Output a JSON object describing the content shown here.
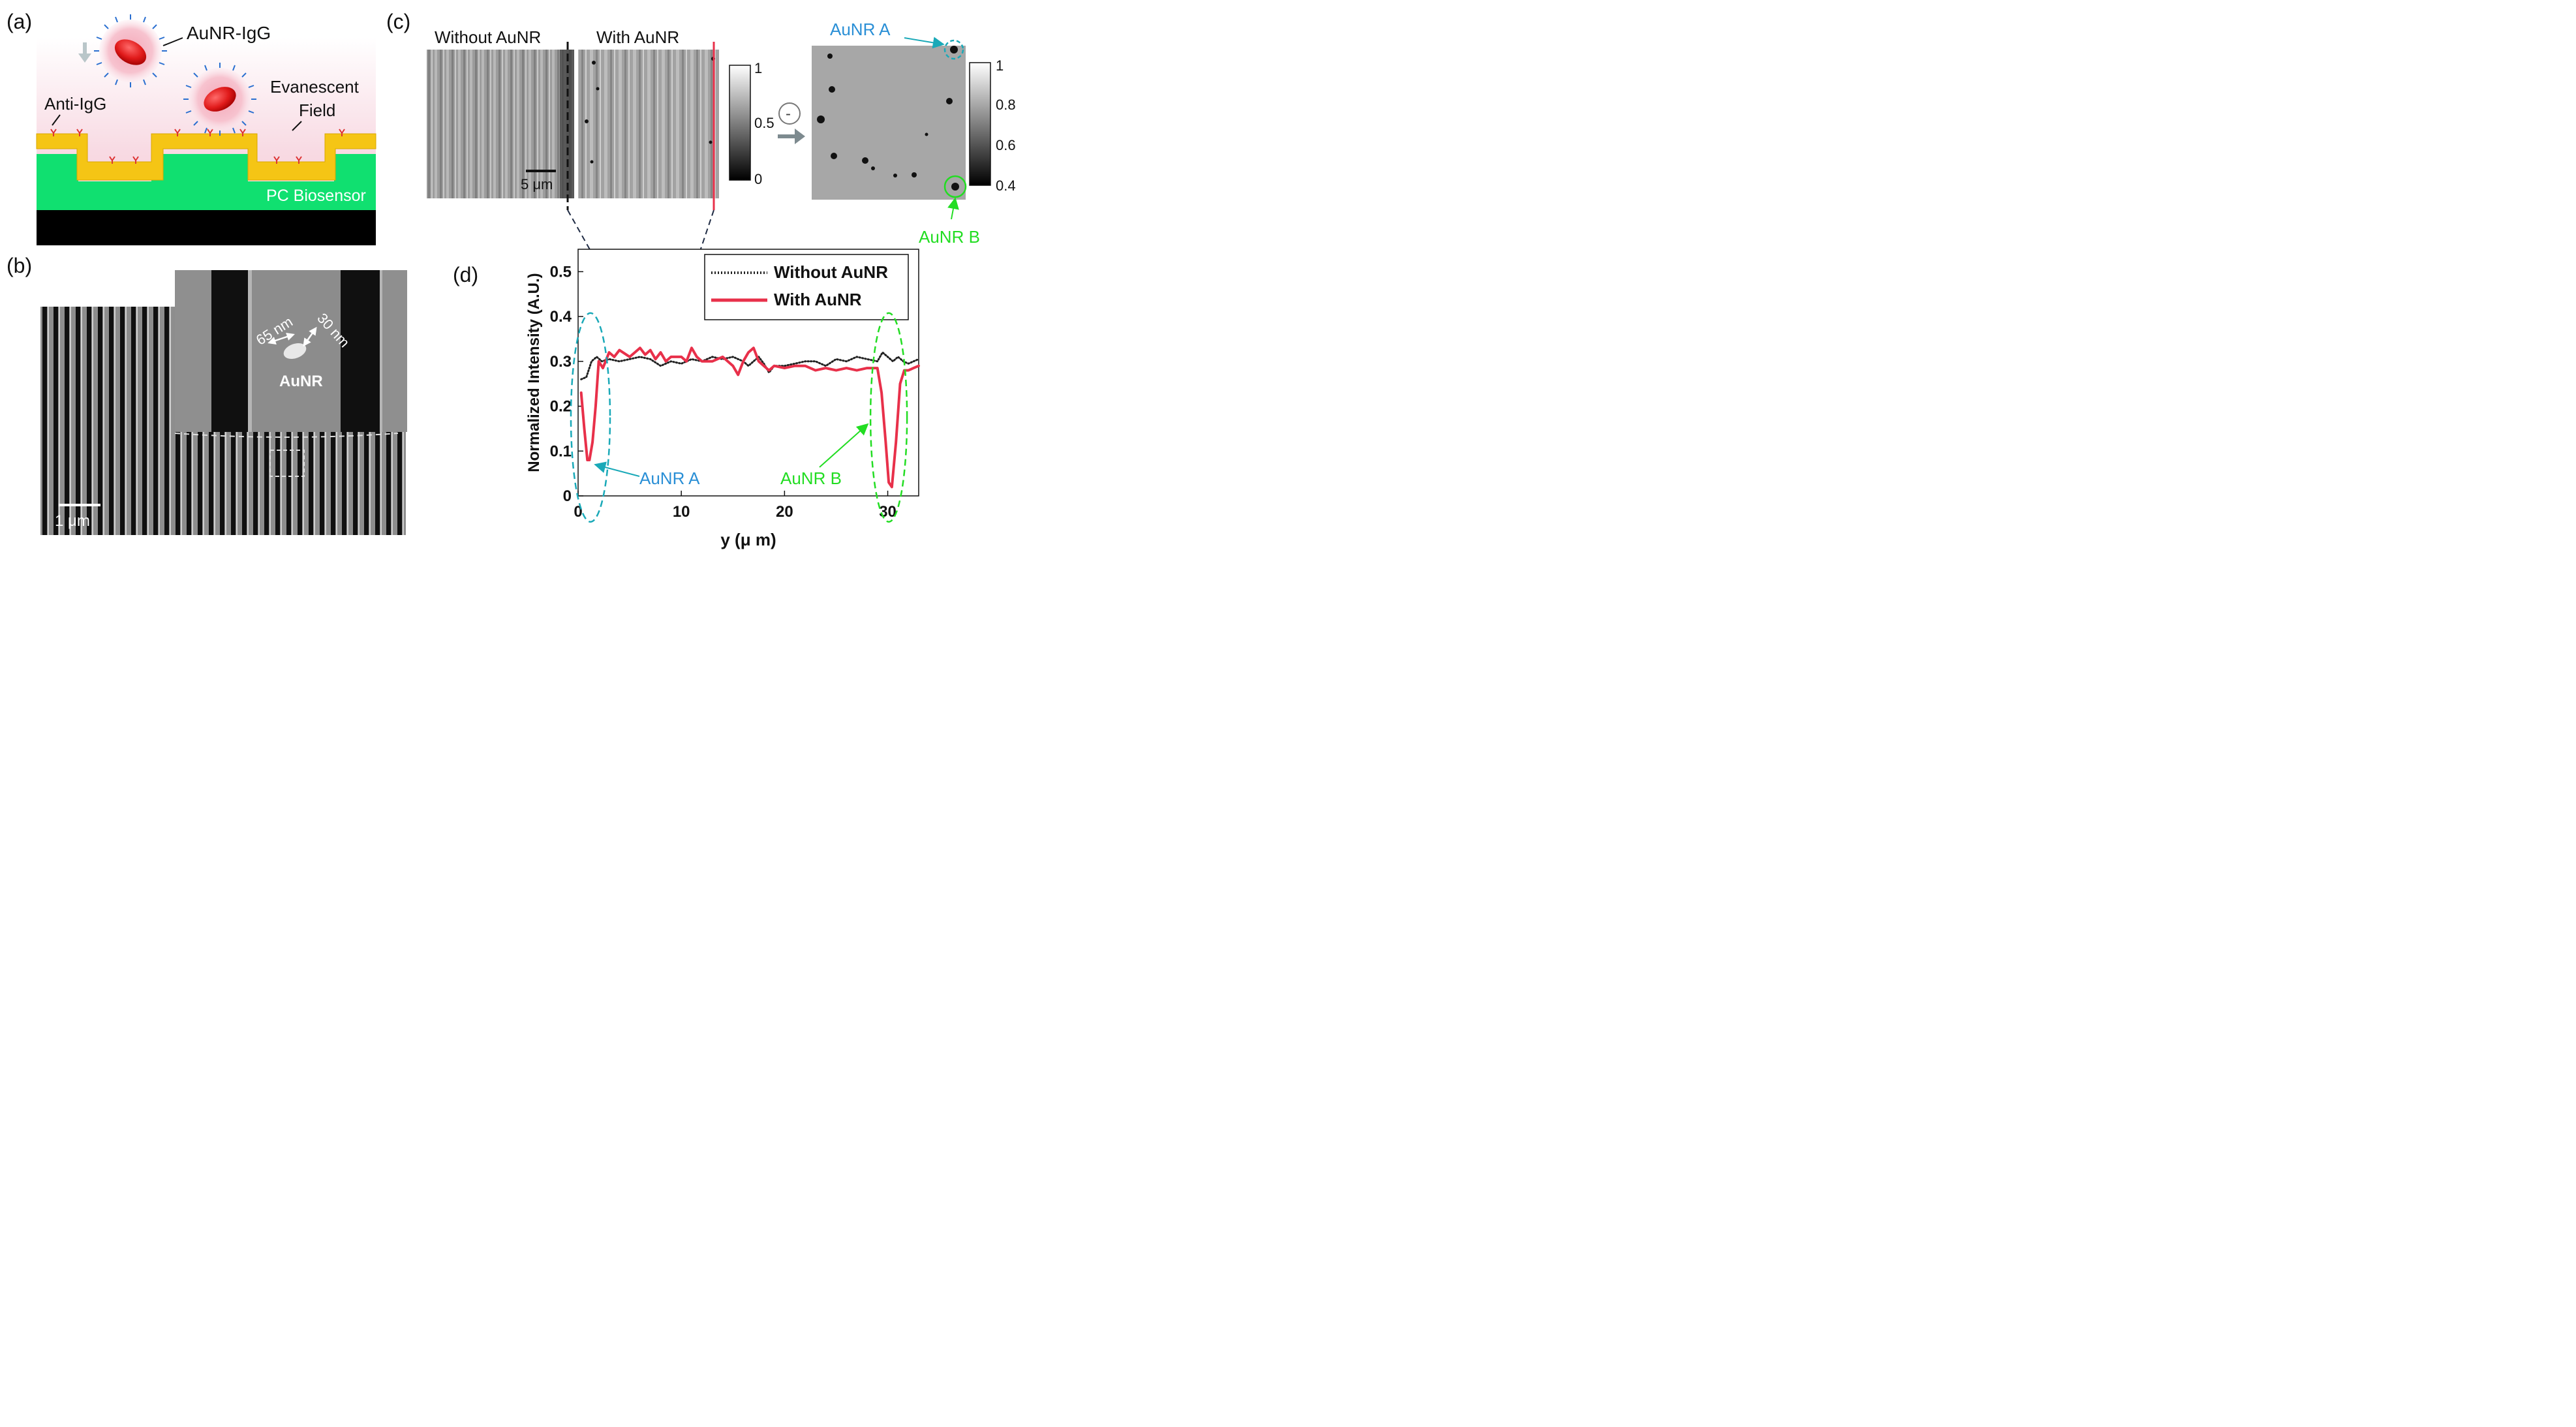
{
  "panels": {
    "a": {
      "label": "(a)",
      "texts": {
        "aunr_igg": "AuNR-IgG",
        "anti_igg": "Anti-IgG",
        "evanescent_1": "Evanescent",
        "evanescent_2": "Field",
        "pc_biosensor": "PC Biosensor"
      }
    },
    "b": {
      "label": "(b)",
      "texts": {
        "dim_long": "65 nm",
        "dim_short": "30 nm",
        "aunr": "AuNR",
        "scalebar": "1 μm"
      }
    },
    "c": {
      "label": "(c)",
      "texts": {
        "without": "Without AuNR",
        "with": "With AuNR",
        "scalebar": "5 μm",
        "minus": "-",
        "aunr_a": "AuNR A",
        "aunr_b": "AuNR B"
      },
      "colorbar1_ticks": [
        "1",
        "0.5",
        "0"
      ],
      "colorbar2_ticks": [
        "1",
        "0.8",
        "0.6",
        "0.4"
      ]
    },
    "d": {
      "label": "(d)",
      "annotations": {
        "aunr_a": "AuNR A",
        "aunr_b": "AuNR B"
      }
    }
  },
  "colors": {
    "yellow_layer": "#f5c515",
    "green_layer": "#10e070",
    "red_series": "#e8304a",
    "cyan_annot": "#1aa9b8",
    "green_annot": "#22dd22",
    "blue_text": "#2a8fd6"
  },
  "chart_data": {
    "type": "line",
    "title": "",
    "xlabel": "y (μ m)",
    "ylabel": "Normalized Intensity (A.U.)",
    "xlim": [
      0,
      33
    ],
    "ylim": [
      0,
      0.55
    ],
    "xticks": [
      0,
      10,
      20,
      30
    ],
    "yticks": [
      0,
      0.1,
      0.2,
      0.3,
      0.4,
      0.5
    ],
    "legend_position": "top-right",
    "series": [
      {
        "name": "Without AuNR",
        "style": "dotted",
        "color": "#222222",
        "x": [
          0.3,
          0.8,
          1.3,
          1.8,
          2.3,
          3,
          4,
          5,
          6,
          7,
          8,
          9,
          10,
          11,
          12,
          13,
          14,
          15,
          16,
          16.5,
          17,
          17.5,
          18,
          18.5,
          19,
          20,
          21,
          22,
          23,
          24,
          25,
          26,
          27,
          28,
          29,
          29.5,
          30,
          30.5,
          31,
          31.5,
          32,
          32.5,
          33
        ],
        "y": [
          0.26,
          0.265,
          0.3,
          0.31,
          0.3,
          0.305,
          0.3,
          0.305,
          0.31,
          0.305,
          0.29,
          0.3,
          0.295,
          0.305,
          0.3,
          0.31,
          0.305,
          0.31,
          0.3,
          0.29,
          0.3,
          0.31,
          0.295,
          0.275,
          0.29,
          0.29,
          0.295,
          0.3,
          0.3,
          0.29,
          0.305,
          0.3,
          0.31,
          0.305,
          0.3,
          0.32,
          0.31,
          0.3,
          0.31,
          0.3,
          0.295,
          0.3,
          0.305
        ]
      },
      {
        "name": "With AuNR",
        "style": "solid",
        "color": "#e8304a",
        "x": [
          0.3,
          0.6,
          0.9,
          1.1,
          1.4,
          1.7,
          2.0,
          2.4,
          3,
          3.5,
          4,
          5,
          5.5,
          6,
          6.5,
          7,
          7.5,
          8,
          8.5,
          9,
          10,
          10.5,
          11,
          11.5,
          12,
          13,
          14,
          15,
          15.5,
          16,
          16.5,
          17,
          17.5,
          18,
          18.5,
          19,
          20,
          21,
          22,
          23,
          24,
          25,
          26,
          27,
          28,
          29,
          29.4,
          29.8,
          30.1,
          30.4,
          30.8,
          31.2,
          31.6,
          32,
          32.5,
          33
        ],
        "y": [
          0.23,
          0.15,
          0.08,
          0.08,
          0.12,
          0.2,
          0.3,
          0.285,
          0.32,
          0.31,
          0.325,
          0.31,
          0.32,
          0.33,
          0.315,
          0.325,
          0.305,
          0.32,
          0.3,
          0.31,
          0.31,
          0.3,
          0.33,
          0.31,
          0.3,
          0.3,
          0.31,
          0.29,
          0.27,
          0.3,
          0.32,
          0.33,
          0.3,
          0.29,
          0.28,
          0.29,
          0.285,
          0.29,
          0.29,
          0.28,
          0.285,
          0.28,
          0.285,
          0.28,
          0.285,
          0.285,
          0.23,
          0.12,
          0.03,
          0.02,
          0.12,
          0.25,
          0.28,
          0.28,
          0.285,
          0.29
        ]
      }
    ]
  }
}
